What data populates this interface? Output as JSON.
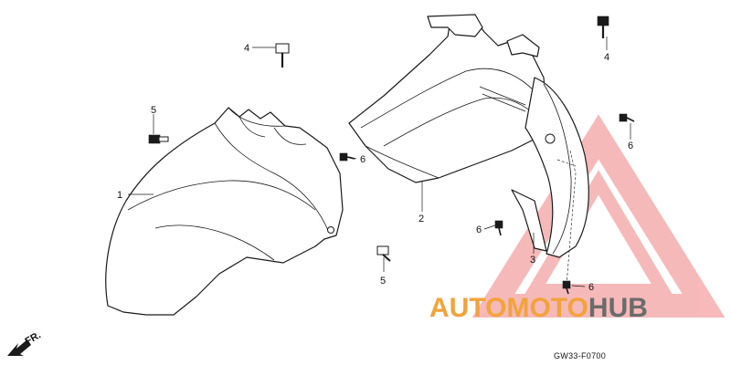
{
  "diagram": {
    "callouts": [
      {
        "id": "c1",
        "text": "1"
      },
      {
        "id": "c2",
        "text": "2"
      },
      {
        "id": "c3",
        "text": "3"
      },
      {
        "id": "c4a",
        "text": "4"
      },
      {
        "id": "c4b",
        "text": "4"
      },
      {
        "id": "c5a",
        "text": "5"
      },
      {
        "id": "c5b",
        "text": "5"
      },
      {
        "id": "c6a",
        "text": "6"
      },
      {
        "id": "c6b",
        "text": "6"
      },
      {
        "id": "c6c",
        "text": "6"
      },
      {
        "id": "c6d",
        "text": "6"
      }
    ],
    "direction_label": "FR.",
    "drawing_code": "GW33-F0700"
  },
  "watermark": {
    "part1": "AUTO",
    "part2": "MOTO",
    "part3": "HUB",
    "color_orange": "#f2a33a",
    "color_gray": "#6b6b6b",
    "color_red": "#f08080"
  }
}
